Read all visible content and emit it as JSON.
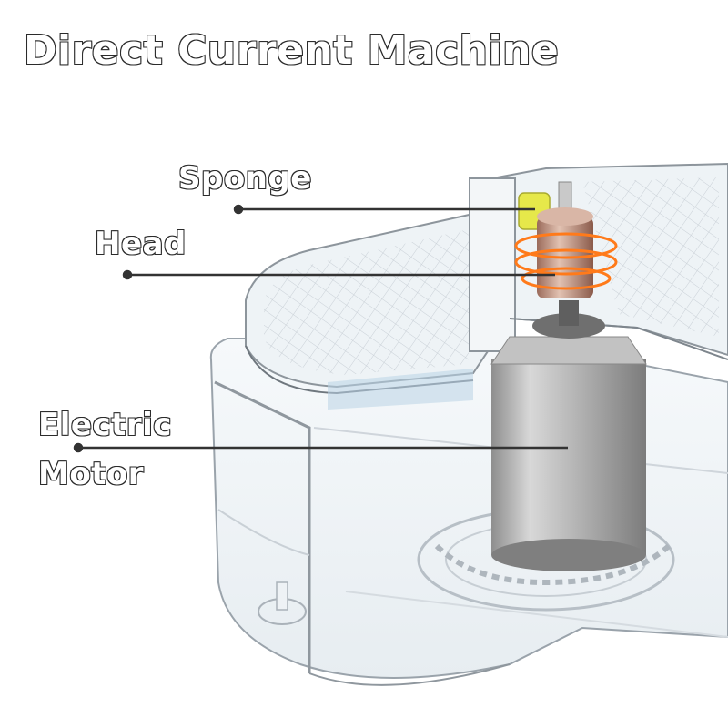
{
  "diagram": {
    "title": "Direct Current Machine",
    "labels": {
      "sponge": "Sponge",
      "head": "Head",
      "motor_line1": "Electric",
      "motor_line2": "Motor"
    }
  },
  "colors": {
    "background": "#ffffff",
    "label_fill": "#ffffff",
    "label_outline": "#2b2b2b",
    "leader_line": "#333333",
    "coil": "#ff7a1a",
    "sponge": "#e6e84a",
    "motor_metal": "#b9b9b9",
    "head_copper": "#c89a86",
    "clear_housing": "#e3e9ee"
  },
  "icons": [
    "leader-dot",
    "spring-coil"
  ]
}
